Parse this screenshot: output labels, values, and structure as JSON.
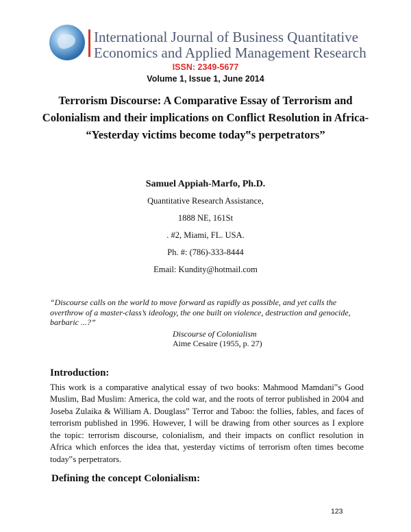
{
  "header": {
    "journal_line1": "International Journal of Business Quantitative",
    "journal_line2": "Economics and Applied Management Research",
    "issn": "ISSN: 2349-5677",
    "volume": "Volume 1, Issue 1, June 2014",
    "brand_color": "#4d5a75",
    "issn_color": "#e02b2b"
  },
  "article": {
    "title_line1": "Terrorism Discourse: A Comparative Essay of Terrorism and",
    "title_line2": "Colonialism and their implications on Conflict Resolution in Africa-",
    "title_line3": "“Yesterday victims become today‟s perpetrators”",
    "author": "Samuel Appiah-Marfo, Ph.D.",
    "address": [
      "Quantitative Research Assistance,",
      "1888 NE, 161St",
      ". #2, Miami, FL. USA.",
      "Ph. #: (786)-333-8444",
      "Email: Kundity@hotmail.com"
    ]
  },
  "epigraph": {
    "text": "“Discourse calls on the world to move forward as rapidly as possible, and yet calls the overthrow of a master-class’s ideology, the one built on violence, destruction and genocide, barbaric ...?”",
    "source_title": "Discourse of Colonialism",
    "source_author": "Aime Cesaire (1955, p. 27)"
  },
  "sections": {
    "intro_heading": "Introduction:",
    "intro_paragraph": "This work is a comparative analytical essay of two books: Mahmood Mamdani‟s Good Muslim, Bad Muslim: America, the cold war, and the roots of terror published in 2004 and Joseba Zulaika & William A. Douglass‟ Terror and Taboo: the follies, fables, and faces of terrorism published in 1996. However, I will be drawing from other sources as I explore the topic: terrorism discourse, colonialism, and their impacts on conflict resolution in Africa which enforces the idea that, yesterday victims of terrorism often times become today‟s perpetrators.",
    "defining_heading": "Defining the concept Colonialism:"
  },
  "footer": {
    "page_number": "123"
  }
}
